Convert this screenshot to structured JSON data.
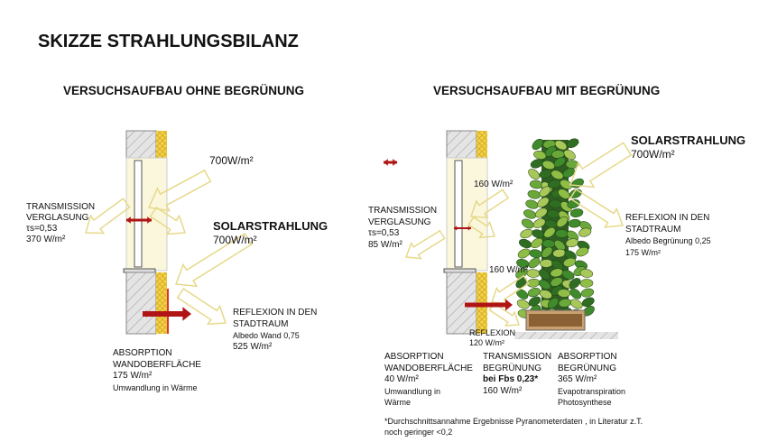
{
  "title": "SKIZZE STRAHLUNGSBILANZ",
  "left": {
    "heading": "VERSUCHSAUFBAU OHNE BEGRÜNUNG",
    "incoming_top": "700W/m²",
    "transmission": [
      "TRANSMISSION",
      "VERGLASUNG",
      "τs=0,53",
      "370 W/m²"
    ],
    "solar": {
      "label": "SOLARSTRAHLUNG",
      "value": "700W/m²"
    },
    "reflexion": [
      "REFLEXION IN DEN",
      "STADTRAUM",
      "Albedo Wand 0,75",
      "525 W/m²"
    ],
    "absorption": [
      "ABSORPTION",
      "WANDOBERFLÄCHE",
      "175 W/m²",
      "Umwandlung in Wärme"
    ]
  },
  "right": {
    "heading": "VERSUCHSAUFBAU MIT BEGRÜNUNG",
    "upper_flux": "160 W/m²",
    "lower_flux": "160 W/m²",
    "transmission": [
      "TRANSMISSION",
      "VERGLASUNG",
      "τs=0,53",
      "85 W/m²"
    ],
    "solar": {
      "label": "SOLARSTRAHLUNG",
      "value": "700W/m²"
    },
    "reflexion": [
      "REFLEXION IN DEN",
      "STADTRAUM",
      "Albedo Begrünung  0,25",
      "175 W/m²"
    ],
    "ground_reflexion": [
      "REFLEXION",
      "120 W/m²"
    ],
    "absorption_wall": [
      "ABSORPTION",
      "WANDOBERFLÄCHE",
      "40 W/m²",
      "Umwandlung in",
      "Wärme"
    ],
    "transmission_green": [
      "TRANSMISSION",
      "BEGRÜNUNG",
      "bei Fbs 0,23*",
      "160 W/m²"
    ],
    "absorption_green": [
      "ABSORPTION",
      "BEGRÜNUNG",
      "365 W/m²",
      "Evapotranspiration",
      "Photosynthese"
    ],
    "footnote": [
      "*Durchschnittsannahme Ergebnisse Pyranometerdaten , in Literatur z.T.",
      "noch geringer <0,2"
    ]
  },
  "colors": {
    "arrow_outline": "#e6d98a",
    "heat_arrow": "#b01515",
    "insulation": "#f0d34a",
    "glass": "#fbf7dc",
    "plant": "#3f8a2a"
  }
}
